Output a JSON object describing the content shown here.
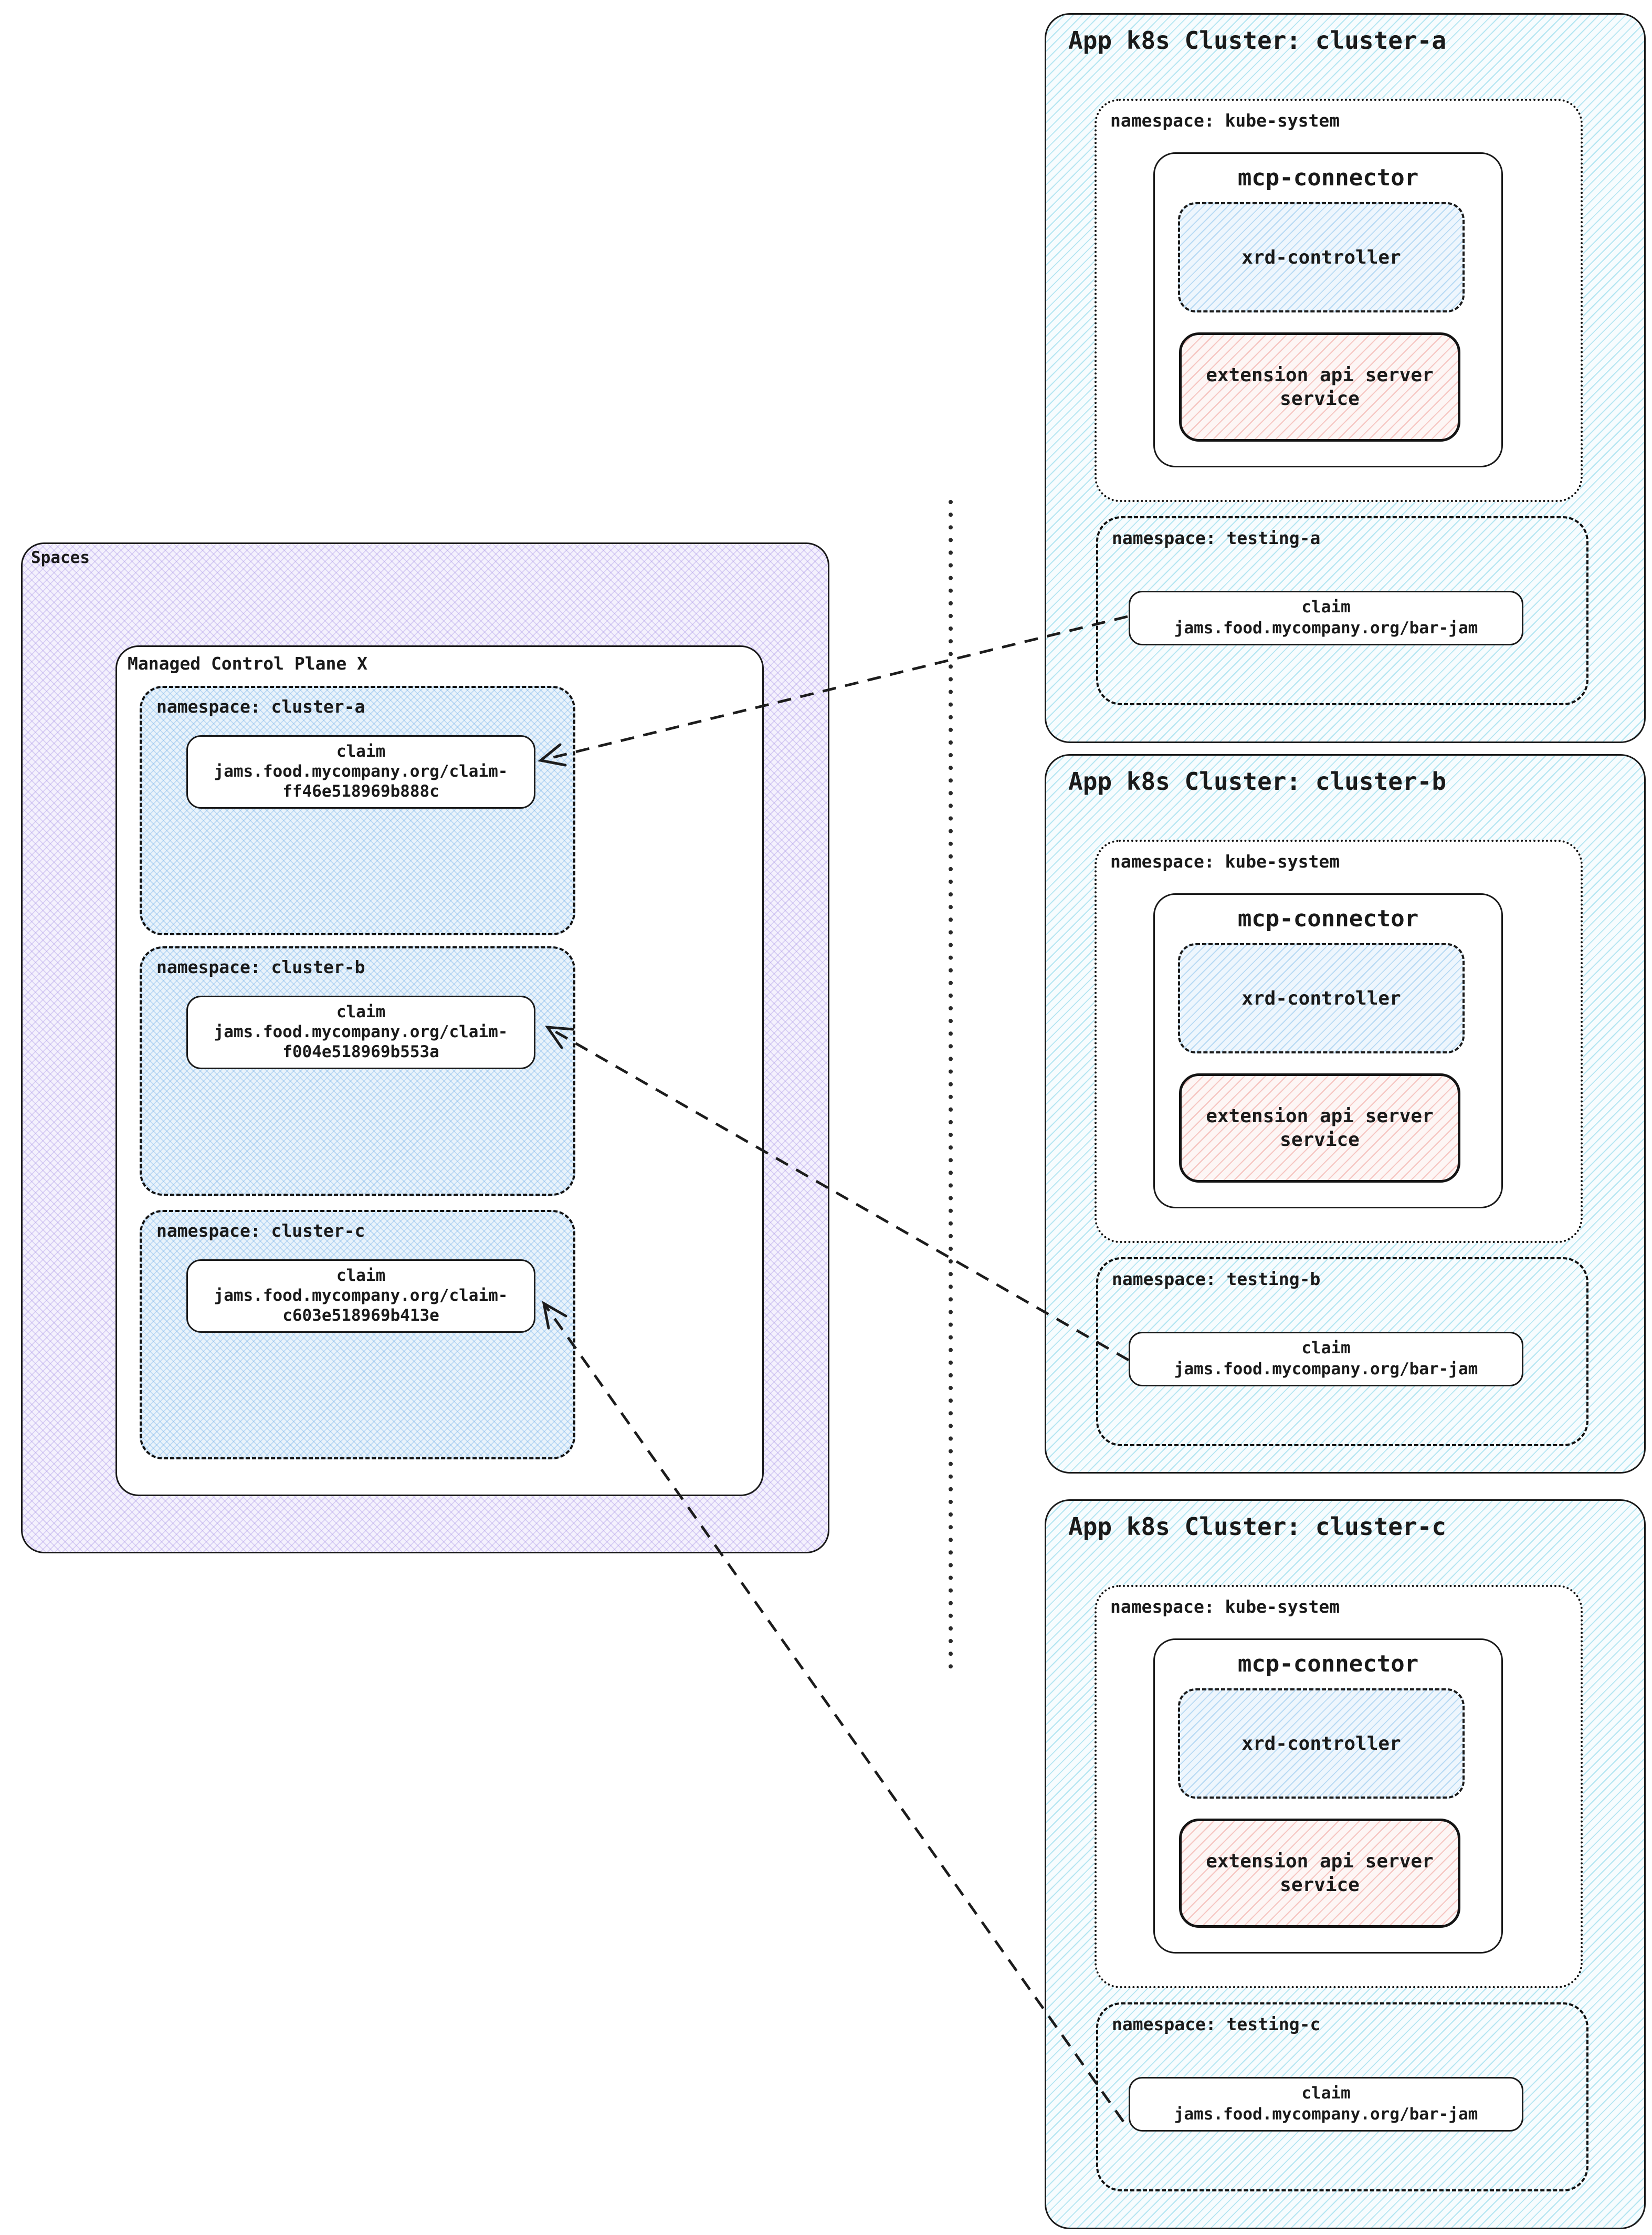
{
  "colors": {
    "ink": "#1a1a1a",
    "cluster_hatch": "#7fd4e8",
    "cluster_bg": "#f7fcfe",
    "left_namespace_hatch": "#78b2e8",
    "left_namespace_bg": "#e9f3fb",
    "spaces_hatch": "#a894e6",
    "spaces_bg": "#f4f1fd",
    "xrd_hatch": "#82bee8",
    "extension_hatch": "#ee9891"
  },
  "spaces": {
    "label": "Spaces",
    "control_plane": {
      "title": "Managed Control Plane X",
      "namespaces": [
        {
          "label": "namespace: cluster-a",
          "claim": {
            "title": "claim",
            "line1": "jams.food.mycompany.org/claim-",
            "line2": "ff46e518969b888c"
          }
        },
        {
          "label": "namespace: cluster-b",
          "claim": {
            "title": "claim",
            "line1": "jams.food.mycompany.org/claim-",
            "line2": "f004e518969b553a"
          }
        },
        {
          "label": "namespace: cluster-c",
          "claim": {
            "title": "claim",
            "line1": "jams.food.mycompany.org/claim-",
            "line2": "c603e518969b413e"
          }
        }
      ]
    }
  },
  "clusters": [
    {
      "title": "App k8s Cluster: cluster-a",
      "kube_namespace": {
        "label": "namespace: kube-system",
        "mcp_connector": {
          "title": "mcp-connector",
          "xrd_controller": "xrd-controller",
          "extension_service_line1": "extension api server",
          "extension_service_line2": "service"
        }
      },
      "testing_namespace": {
        "label": "namespace: testing-a",
        "claim": {
          "title": "claim",
          "value": "jams.food.mycompany.org/bar-jam"
        }
      }
    },
    {
      "title": "App k8s Cluster: cluster-b",
      "kube_namespace": {
        "label": "namespace: kube-system",
        "mcp_connector": {
          "title": "mcp-connector",
          "xrd_controller": "xrd-controller",
          "extension_service_line1": "extension api server",
          "extension_service_line2": "service"
        }
      },
      "testing_namespace": {
        "label": "namespace: testing-b",
        "claim": {
          "title": "claim",
          "value": "jams.food.mycompany.org/bar-jam"
        }
      }
    },
    {
      "title": "App k8s Cluster: cluster-c",
      "kube_namespace": {
        "label": "namespace: kube-system",
        "mcp_connector": {
          "title": "mcp-connector",
          "xrd_controller": "xrd-controller",
          "extension_service_line1": "extension api server",
          "extension_service_line2": "service"
        }
      },
      "testing_namespace": {
        "label": "namespace: testing-c",
        "claim": {
          "title": "claim",
          "value": "jams.food.mycompany.org/bar-jam"
        }
      }
    }
  ]
}
